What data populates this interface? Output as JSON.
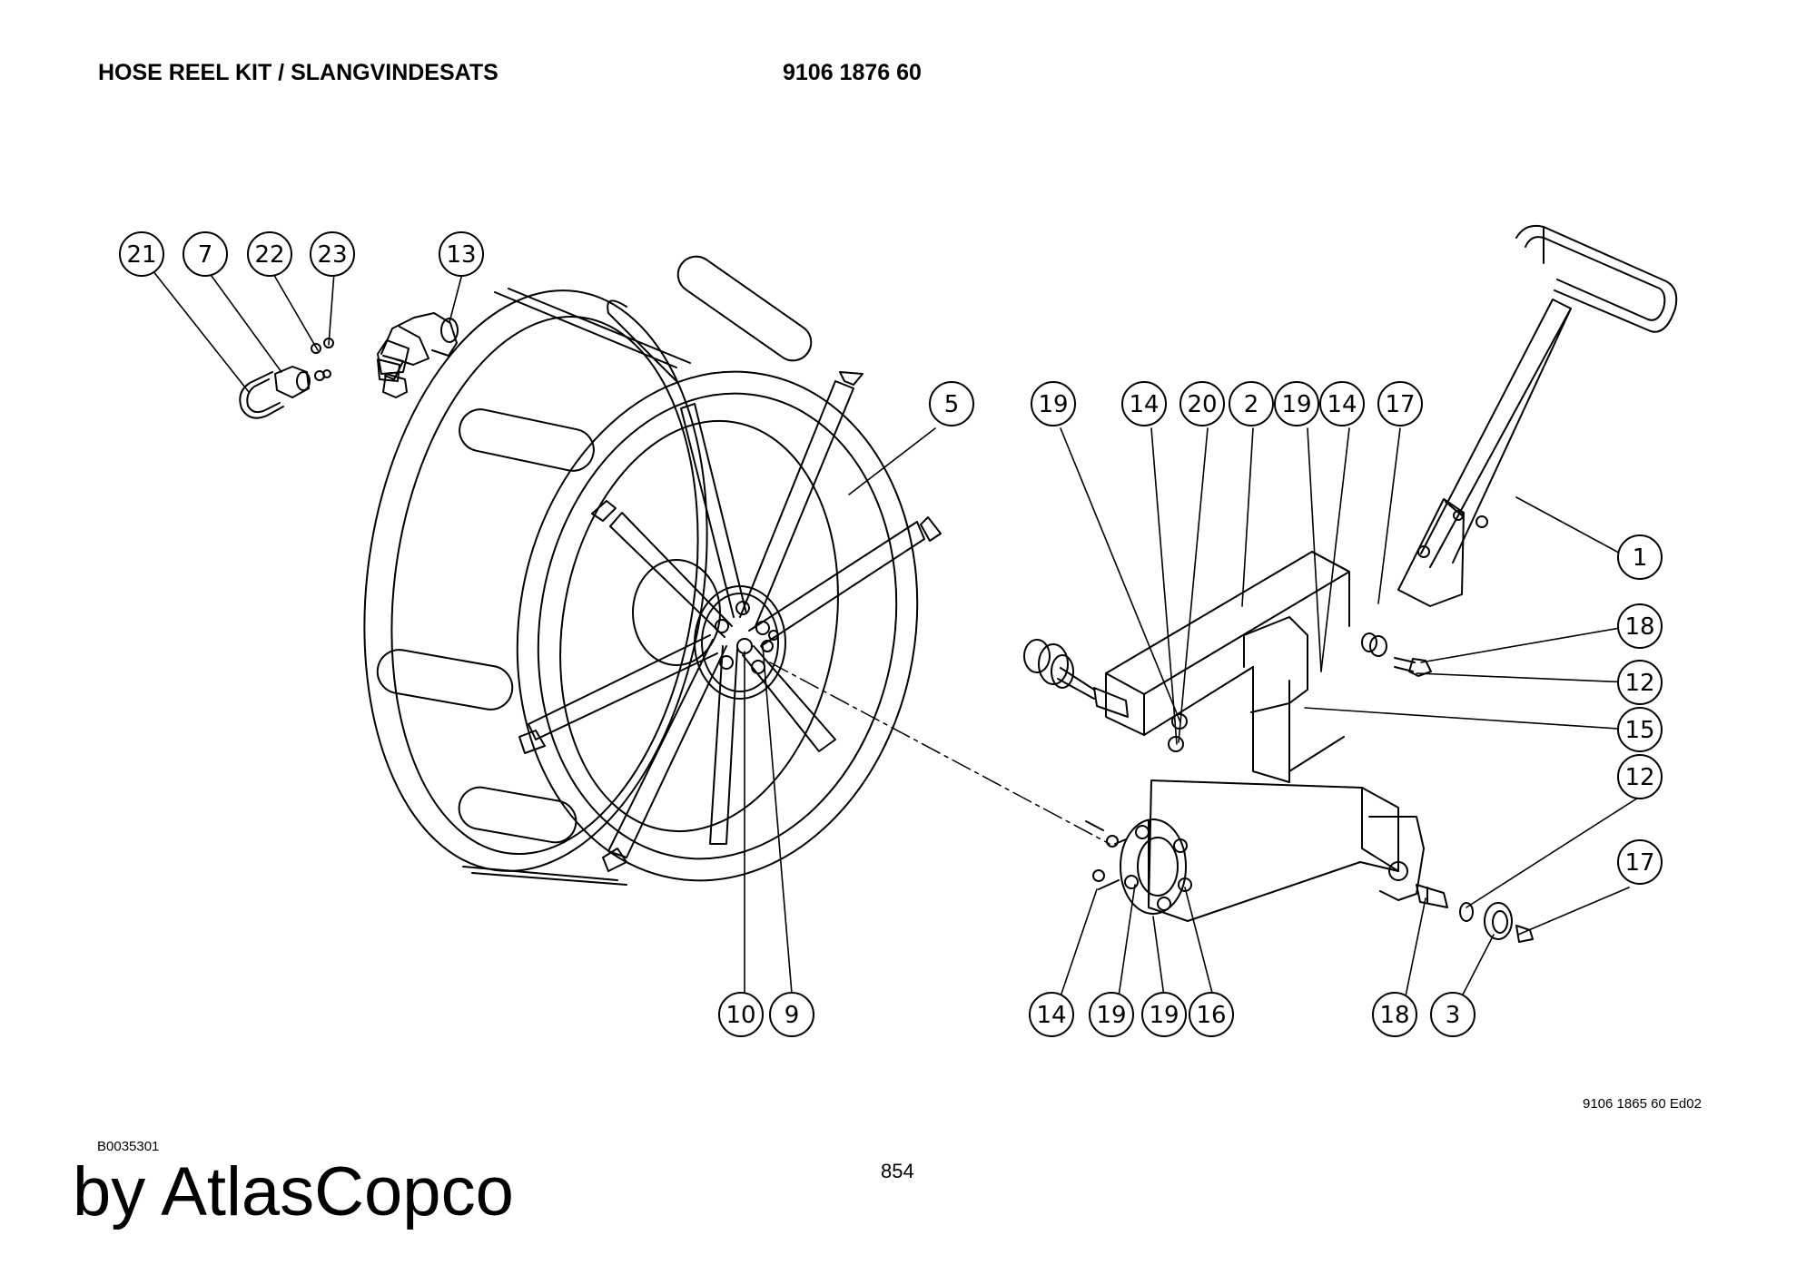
{
  "header": {
    "title": "HOSE REEL KIT / SLANGVINDESATS",
    "part_number": "9106 1876 60"
  },
  "footer": {
    "drawing_ref": "9106 1865 60 Ed02",
    "image_id": "B0035301",
    "page_number": "854",
    "brand": "by AtlasCopco"
  },
  "callouts": [
    "21",
    "7",
    "22",
    "23",
    "13",
    "5",
    "19",
    "14",
    "20",
    "2",
    "19",
    "14",
    "17",
    "1",
    "18",
    "12",
    "15",
    "12",
    "17",
    "10",
    "9",
    "14",
    "19",
    "19",
    "16",
    "18",
    "3"
  ]
}
